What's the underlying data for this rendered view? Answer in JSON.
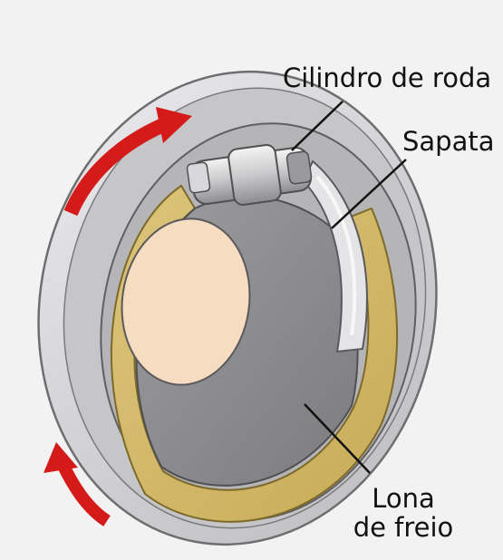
{
  "labels": {
    "wheel_cylinder": "Cilindro de roda",
    "shoe": "Sapata",
    "lining_line1": "Lona",
    "lining_line2": "de freio"
  },
  "colors": {
    "background": "#f2f2f2",
    "drum_rim": "#d4d4d6",
    "drum_outline": "#6e6e70",
    "backing_plate": "#8e8e90",
    "lining": "#cfb665",
    "hub": "#f6dcc0",
    "arrow": "#d51a1a",
    "shoe": "#e4e4e6"
  },
  "icons": {
    "rotation_arrow_top": "rotation-arrow-icon",
    "rotation_arrow_bottom": "rotation-arrow-icon"
  }
}
